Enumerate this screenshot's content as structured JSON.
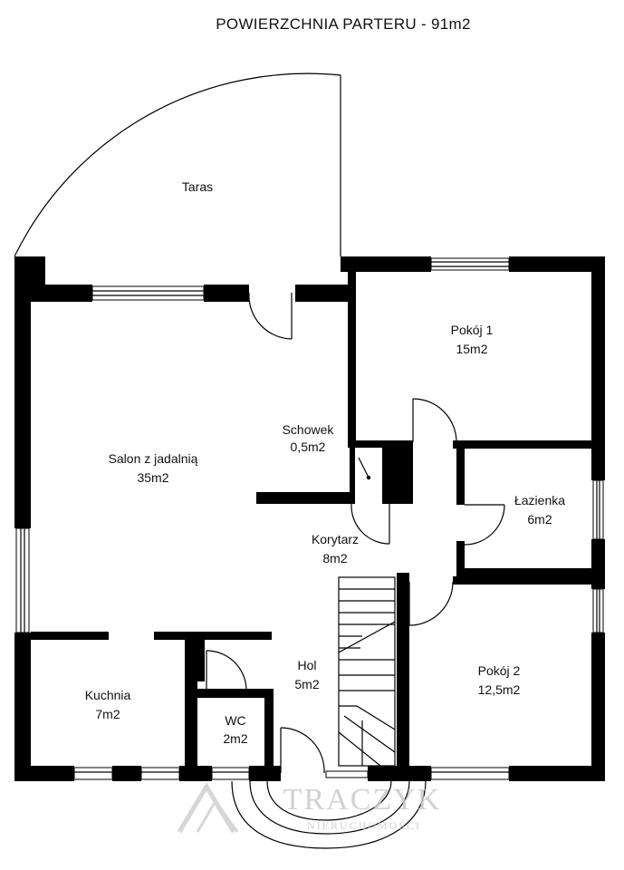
{
  "title": "POWIERZCHNIA PARTERU - 91m2",
  "rooms": {
    "taras": {
      "name": "Taras"
    },
    "salon": {
      "name": "Salon z jadalnią",
      "area": "35m2"
    },
    "pokoj1": {
      "name": "Pokój 1",
      "area": "15m2"
    },
    "schowek": {
      "name": "Schowek",
      "area": "0,5m2"
    },
    "lazienka": {
      "name": "Łazienka",
      "area": "6m2"
    },
    "korytarz": {
      "name": "Korytarz",
      "area": "8m2"
    },
    "kuchnia": {
      "name": "Kuchnia",
      "area": "7m2"
    },
    "wc": {
      "name": "WC",
      "area": "2m2"
    },
    "hol": {
      "name": "Hol",
      "area": "5m2"
    },
    "pokoj2": {
      "name": "Pokój 2",
      "area": "12,5m2"
    }
  },
  "watermark": {
    "brand": "TRACZYK",
    "sub": "NIERUCHOMOŚCI"
  },
  "colors": {
    "wall": "#000000",
    "background": "#ffffff",
    "watermark": "#c9c9c9"
  }
}
